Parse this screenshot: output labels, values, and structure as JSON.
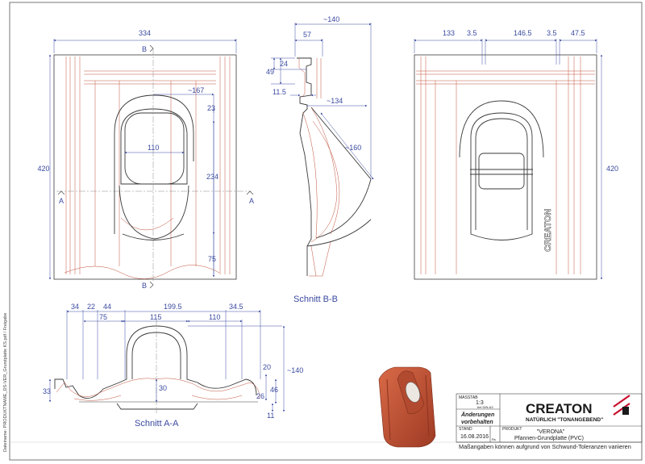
{
  "side_note": "Dateiname: PRODUKTNAME_DS-VER_Grundplatte KS.pdf / Freigabe",
  "front_view": {
    "width": "334",
    "height": "420",
    "hole_width": "110",
    "d_167": "~167",
    "d_23": "23",
    "d_234": "234",
    "d_75": "75",
    "mark_b": "B",
    "mark_a": "A"
  },
  "section_bb": {
    "title": "Schnitt B-B",
    "d_140": "~140",
    "d_57": "57",
    "d_24": "24",
    "d_49": "49",
    "d_11_5": "11.5",
    "d_134": "~134",
    "d_160": "~160"
  },
  "top_view": {
    "d_133": "133",
    "d_3_5a": "3.5",
    "d_146_5": "146.5",
    "d_3_5b": "3.5",
    "d_47_5": "47.5",
    "height": "420",
    "brand_mark": "CREATON"
  },
  "section_aa": {
    "title": "Schnitt A-A",
    "d_34": "34",
    "d_22": "22",
    "d_44": "44",
    "d_199_5": "199.5",
    "d_34_5": "34.5",
    "d_75": "75",
    "d_115": "115",
    "d_110": "110",
    "d_20": "20",
    "d_140": "~140",
    "d_46": "46",
    "d_26": "26",
    "d_30": "30",
    "d_33": "33",
    "d_11": "11"
  },
  "title_block": {
    "massstab_label": "MASSTAB",
    "massstab_value": "1:3",
    "massstab_note": "bei DIN-A3",
    "changes_label": "Änderungen",
    "changes_value": "vorbehalten",
    "stand_label": "STAND",
    "stand_value": "16.08.2016",
    "rev": "Rs",
    "produkt_label": "PRODUKT",
    "produkt_name": "\"VERONA\"",
    "produkt_desc": "Pfannen-Grundplatte (PVC)",
    "brand": "CREATON",
    "slogan": "NATÜRLICH \"TONANGEBEND\"",
    "footer": "Maßangaben können aufgrund von Schwund-Toleranzen variieren"
  },
  "colors": {
    "outline": "#3a3a3a",
    "dimension": "#3b4aa0",
    "tile": "#c0503a",
    "brand_red": "#c8102e"
  }
}
